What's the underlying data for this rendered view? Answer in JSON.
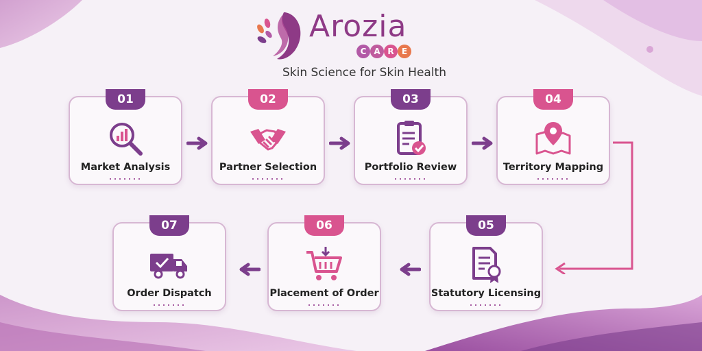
{
  "brand": {
    "name": "Arozia",
    "sub_letters": [
      "C",
      "A",
      "R",
      "E"
    ],
    "sub_colors": [
      "#b259a6",
      "#c05c9e",
      "#d9548f",
      "#e8784d"
    ],
    "tagline": "Skin Science for Skin Health"
  },
  "colors": {
    "purple": "#7c3e8c",
    "pink": "#d9548f",
    "border": "#d7b7d3"
  },
  "steps": [
    {
      "number": "01",
      "label": "Market Analysis",
      "icon": "magnifier-chart-icon",
      "badge": "purple"
    },
    {
      "number": "02",
      "label": "Partner Selection",
      "icon": "handshake-icon",
      "badge": "pink"
    },
    {
      "number": "03",
      "label": "Portfolio Review",
      "icon": "clipboard-check-icon",
      "badge": "purple"
    },
    {
      "number": "04",
      "label": "Territory Mapping",
      "icon": "map-pin-icon",
      "badge": "pink"
    },
    {
      "number": "05",
      "label": "Statutory Licensing",
      "icon": "certificate-icon",
      "badge": "purple"
    },
    {
      "number": "06",
      "label": "Placement of Order",
      "icon": "shopping-cart-icon",
      "badge": "pink"
    },
    {
      "number": "07",
      "label": "Order Dispatch",
      "icon": "delivery-truck-icon",
      "badge": "purple"
    }
  ]
}
